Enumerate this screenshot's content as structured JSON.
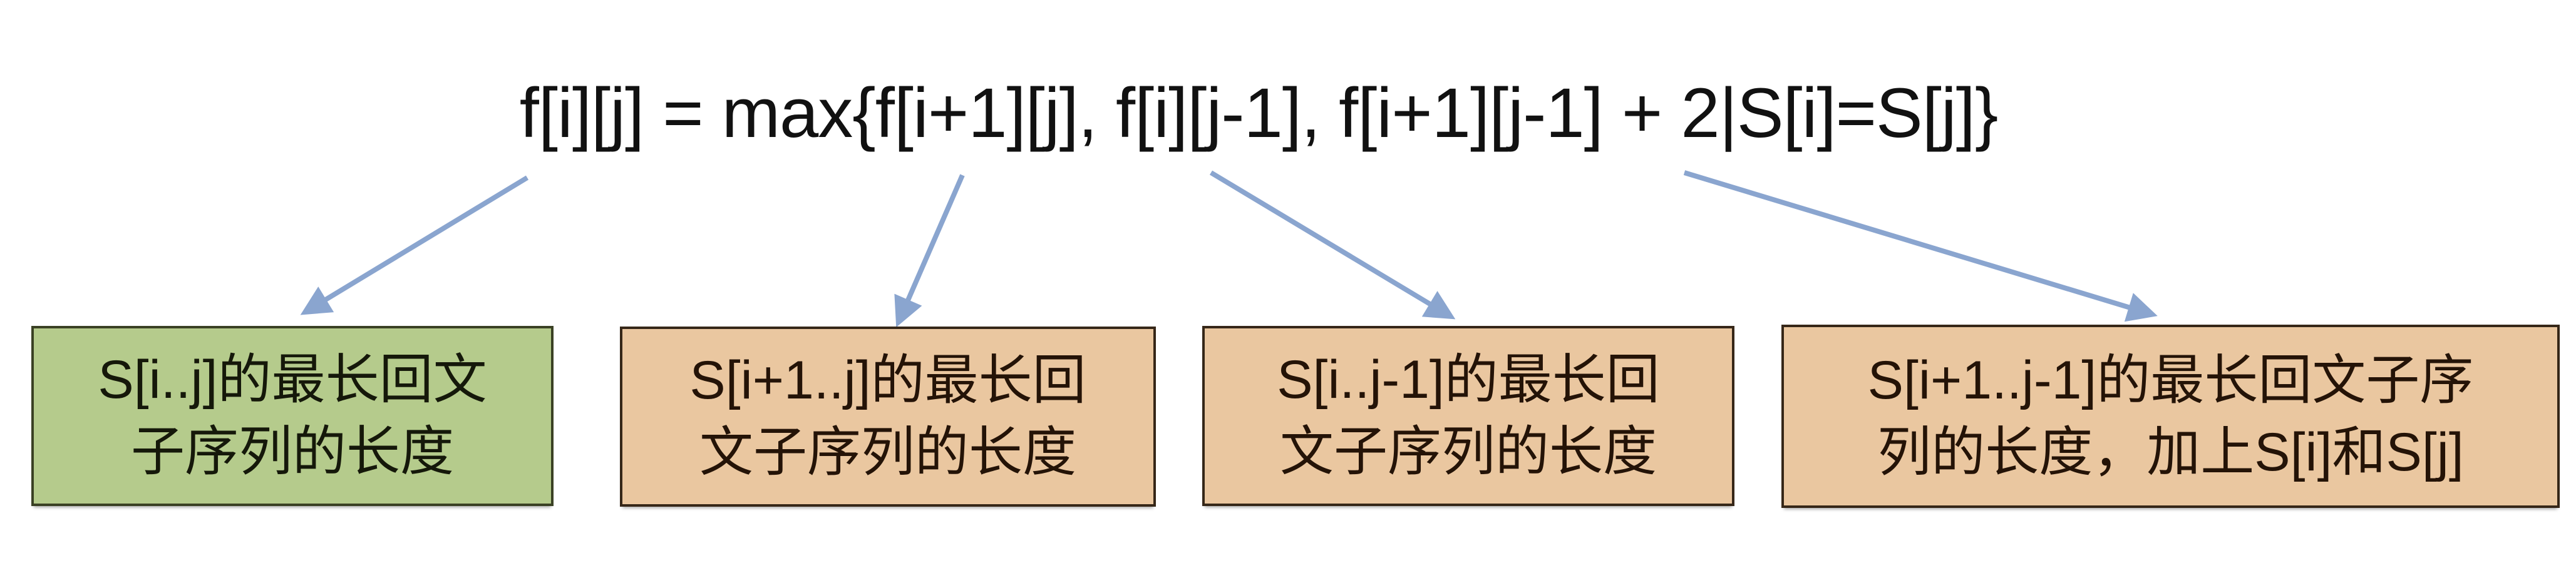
{
  "diagram": {
    "formula": "f[i][j] = max{f[i+1][j], f[i][j-1], f[i+1][j-1] + 2|S[i]=S[j]}",
    "boxes": [
      {
        "term": "f[i][j]",
        "line1": "S[i..j]的最长回文",
        "line2": "子序列的长度",
        "fill": "#b5cb8c",
        "border": "#3a4124",
        "text_color": "#15180a"
      },
      {
        "term": "f[i+1][j]",
        "line1": "S[i+1..j]的最长回",
        "line2": "文子序列的长度",
        "fill": "#eac7a0",
        "border": "#362718",
        "text_color": "#241307"
      },
      {
        "term": "f[i][j-1]",
        "line1": "S[i..j-1]的最长回",
        "line2": "文子序列的长度",
        "fill": "#eac7a0",
        "border": "#362718",
        "text_color": "#241307"
      },
      {
        "term": "f[i+1][j-1] + 2|S[i]=S[j]",
        "line1": "S[i+1..j-1]的最长回文子序",
        "line2": "列的长度，加上S[i]和S[j]",
        "fill": "#eac7a0",
        "border": "#362718",
        "text_color": "#241307"
      }
    ],
    "colors": {
      "background": "#ffffff",
      "formula_text": "#111111",
      "arrow": "#8aa5cf"
    }
  }
}
